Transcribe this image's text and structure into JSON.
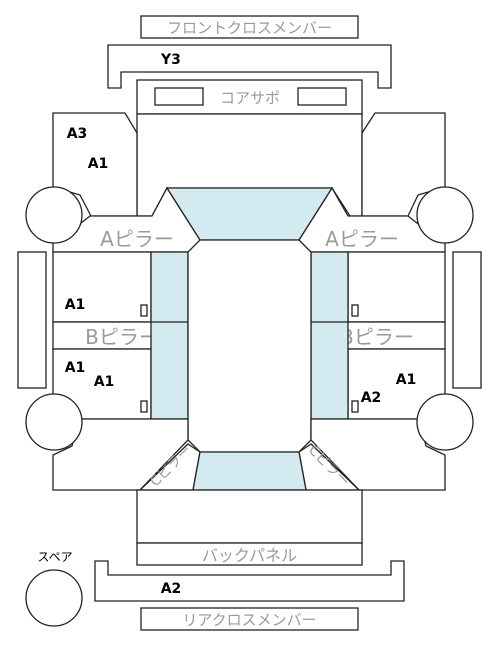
{
  "labels": {
    "front_cross_member": "フロントクロスメンバー",
    "y3": "Y3",
    "core_support": "コアサポ",
    "a3": "A3",
    "a1_front_left": "A1",
    "a_pillar_left": "Aピラー",
    "a_pillar_right": "Aピラー",
    "a1_door_front_left": "A1",
    "b_pillar_left": "Bピラー",
    "b_pillar_right": "Bピラー",
    "a1_door_rear_left": "A1",
    "a1_rear_left_inner": "A1",
    "a1_rear_right": "A1",
    "a2_door_rear_right": "A2",
    "c_pillar_left": "Cピラー",
    "c_pillar_right": "Cピラー",
    "back_panel": "バックパネル",
    "spare": "スペア",
    "a2_rear": "A2",
    "rear_cross_member": "リアクロスメンバー"
  },
  "colors": {
    "glass": "#d4eaf1",
    "outline": "#222222",
    "label_gray": "#9a9a9a"
  }
}
